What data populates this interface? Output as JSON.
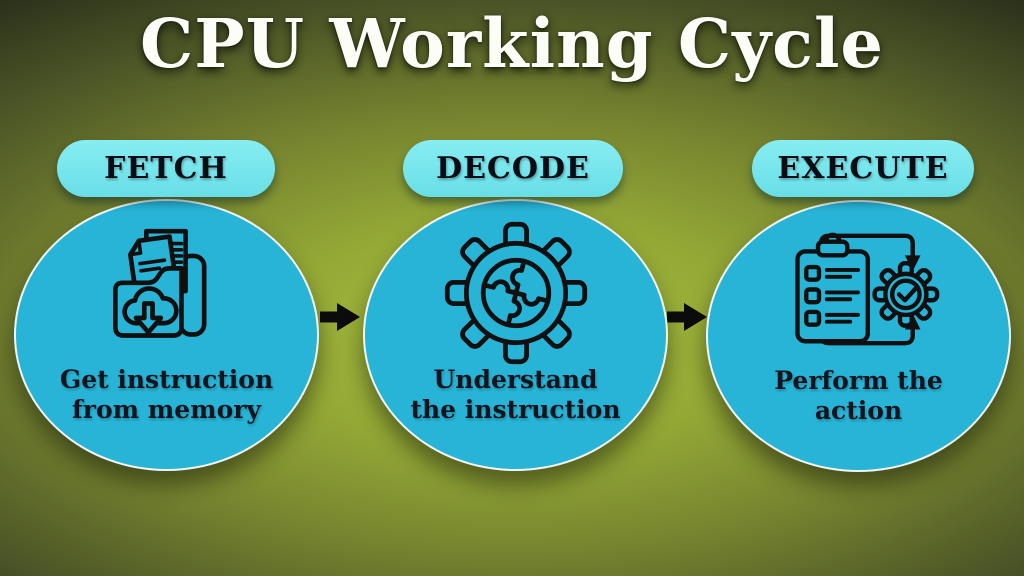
{
  "title": "CPU Working Cycle",
  "steps": [
    {
      "label": "FETCH",
      "caption": "Get instruction from memory",
      "icon": "folder-cloud-download-icon"
    },
    {
      "label": "DECODE",
      "caption": "Understand the instruction",
      "icon": "gear-puzzle-icon"
    },
    {
      "label": "EXECUTE",
      "caption": "Perform the action",
      "icon": "clipboard-gear-check-icon"
    }
  ],
  "connectors": [
    {
      "from": "FETCH",
      "to": "DECODE",
      "type": "arrow-right"
    },
    {
      "from": "DECODE",
      "to": "EXECUTE",
      "type": "arrow-right"
    }
  ],
  "colors": {
    "background_center": "#a9bf40",
    "background_edge": "#171b10",
    "circle_fill": "#27b4d6",
    "circle_border": "#f0f7f4",
    "pill_fill": "#74e4ea",
    "ink": "#101010",
    "title_text": "#fdfdf8",
    "arrow": "#0c0c0c"
  }
}
